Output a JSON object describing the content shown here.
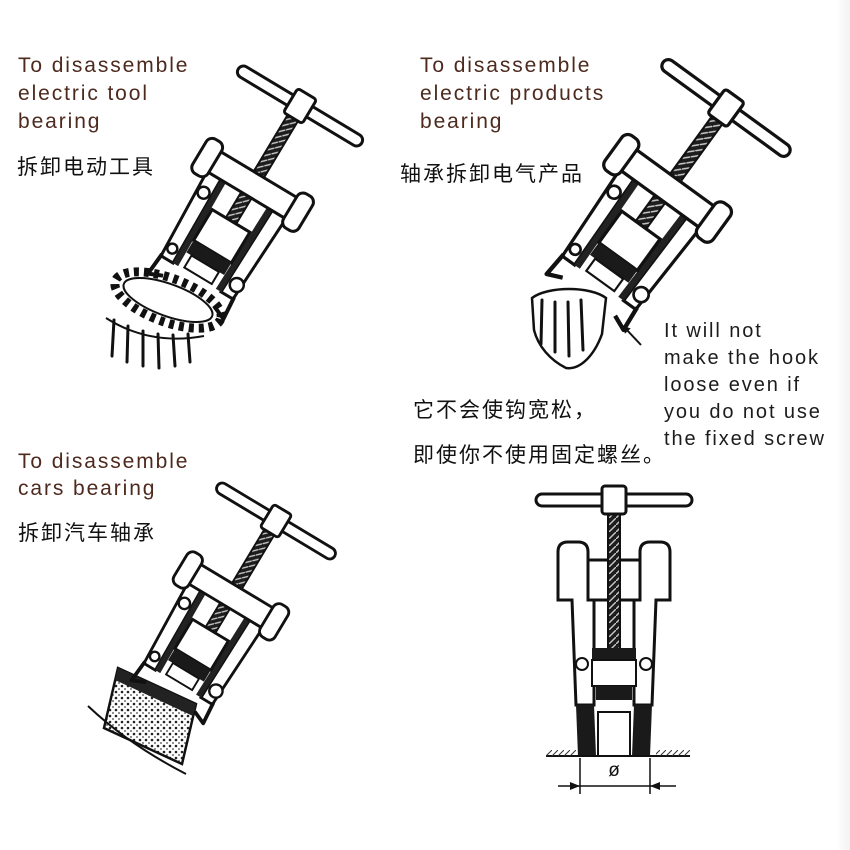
{
  "captions": {
    "electric_tool": {
      "en_lines": [
        "To disassemble",
        "electric tool",
        "bearing"
      ],
      "zh": "拆卸电动工具"
    },
    "electric_products": {
      "en_lines": [
        "To disassemble",
        "electric products",
        "bearing"
      ],
      "zh": "轴承拆卸电气产品"
    },
    "cars": {
      "en_lines": [
        "To disassemble",
        "cars bearing"
      ],
      "zh": "拆卸汽车轴承"
    },
    "note": {
      "en_lines": [
        "It will not",
        "make the hook",
        "loose even if",
        "you do not use",
        "the fixed screw"
      ],
      "zh_lines": [
        "它不会使钩宽松，",
        "即使你不使用固定螺丝。"
      ]
    }
  },
  "dimension": {
    "symbol": "ø"
  },
  "colors": {
    "caption_en": "#4e2a1e",
    "ink": "#111111",
    "background": "#ffffff"
  }
}
